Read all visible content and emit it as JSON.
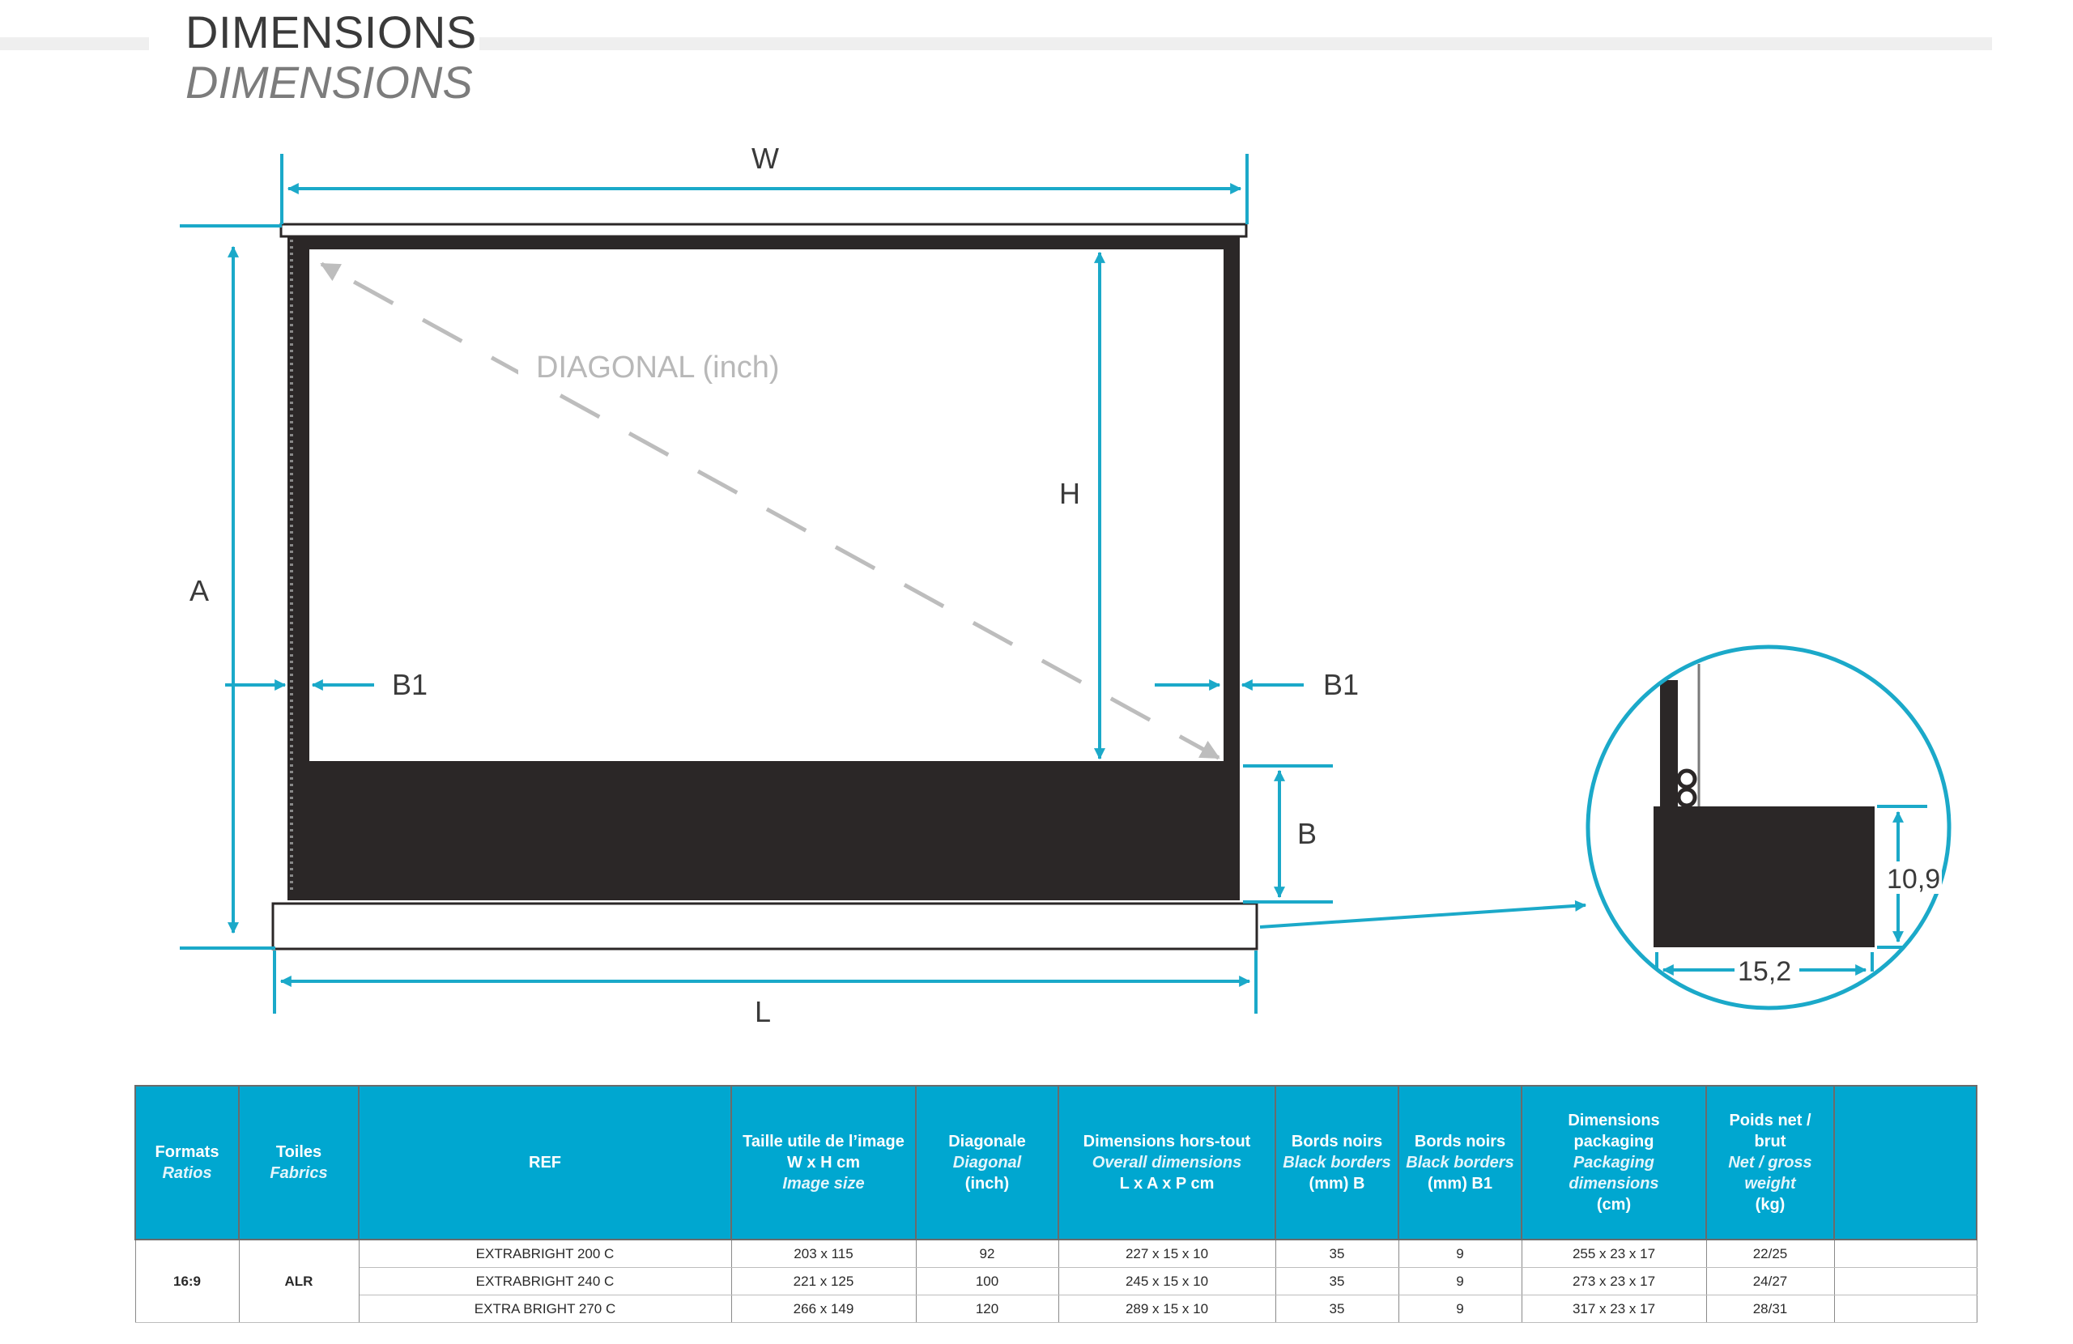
{
  "header": {
    "title": "DIMENSIONS",
    "subtitle": "DIMENSIONS"
  },
  "diagram": {
    "label_W": "W",
    "label_A": "A",
    "label_H": "H",
    "label_B1_left": "B1",
    "label_B1_right": "B1",
    "label_B": "B",
    "label_L": "L",
    "label_diagonal": "DIAGONAL (inch)",
    "detail_height": "10,9",
    "detail_width": "15,2",
    "accent_color": "#1ba9c9",
    "screen_color": "#2b2727"
  },
  "table": {
    "headers": [
      {
        "fr": "Formats",
        "en": "Ratios"
      },
      {
        "fr": "Toiles",
        "en": "Fabrics"
      },
      {
        "fr": "REF",
        "en": ""
      },
      {
        "fr": "Taille utile de l’image W x H cm",
        "en": "Image size"
      },
      {
        "fr": "Diagonale",
        "en": "Diagonal",
        "fr2": "(inch)"
      },
      {
        "fr": "Dimensions hors-tout",
        "en": "Overall dimensions",
        "fr2": "L x A x P cm"
      },
      {
        "fr": "Bords noirs",
        "en": "Black borders",
        "fr2": "(mm) B"
      },
      {
        "fr": "Bords noirs",
        "en": "Black borders",
        "fr2": "(mm) B1"
      },
      {
        "fr": "Dimensions packaging",
        "en": "Packaging dimensions",
        "fr2": "(cm)"
      },
      {
        "fr": "Poids net / brut",
        "en": "Net / gross weight",
        "fr2": "(kg)"
      },
      {
        "fr": "",
        "en": ""
      }
    ],
    "format": "16:9",
    "fabric": "ALR",
    "rows": [
      {
        "ref": "EXTRABRIGHT 200 C",
        "image_size": "203 x 115",
        "diagonal": "92",
        "overall": "227 x 15 x 10",
        "b": "35",
        "b1": "9",
        "packaging": "255 x 23 x 17",
        "weight": "22/25"
      },
      {
        "ref": "EXTRABRIGHT 240 C",
        "image_size": "221 x 125",
        "diagonal": "100",
        "overall": "245 x 15 x 10",
        "b": "35",
        "b1": "9",
        "packaging": "273 x 23 x 17",
        "weight": "24/27"
      },
      {
        "ref": "EXTRA BRIGHT 270 C",
        "image_size": "266 x 149",
        "diagonal": "120",
        "overall": "289 x 15 x 10",
        "b": "35",
        "b1": "9",
        "packaging": "317 x 23 x 17",
        "weight": "28/31"
      }
    ]
  }
}
